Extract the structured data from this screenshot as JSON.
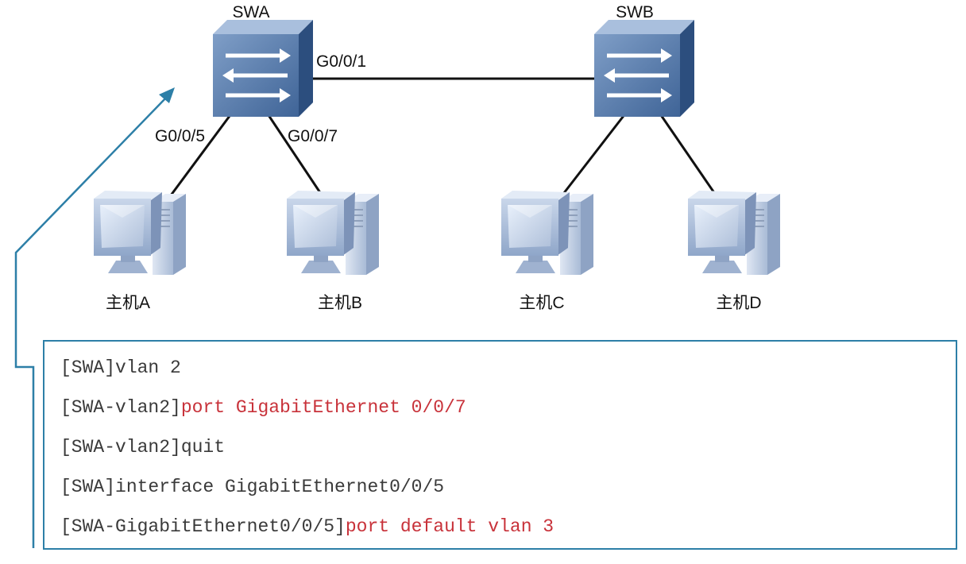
{
  "colors": {
    "accent": "#2d7fa7",
    "highlight_text": "#c8323a",
    "command_text": "#3a3a3a",
    "link_line": "#111111"
  },
  "switches": {
    "swa": {
      "label": "SWA",
      "icon": "switch-icon"
    },
    "swb": {
      "label": "SWB",
      "icon": "switch-icon"
    }
  },
  "ports": {
    "swa_uplink": "G0/0/1",
    "swa_host_a": "G0/0/5",
    "swa_host_b": "G0/0/7"
  },
  "hosts": [
    {
      "label": "主机A",
      "icon": "computer-icon"
    },
    {
      "label": "主机B",
      "icon": "computer-icon"
    },
    {
      "label": "主机C",
      "icon": "computer-icon"
    },
    {
      "label": "主机D",
      "icon": "computer-icon"
    }
  ],
  "commands": [
    {
      "prompt": "[SWA]",
      "text": "vlan 2",
      "highlight": ""
    },
    {
      "prompt": "[SWA-vlan2]",
      "text": "",
      "highlight": "port GigabitEthernet 0/0/7"
    },
    {
      "prompt": "[SWA-vlan2]",
      "text": "quit",
      "highlight": ""
    },
    {
      "prompt": "[SWA]",
      "text": "interface GigabitEthernet0/0/5",
      "highlight": ""
    },
    {
      "prompt": "[SWA-GigabitEthernet0/0/5]",
      "text": "",
      "highlight": "port default vlan 3"
    }
  ]
}
